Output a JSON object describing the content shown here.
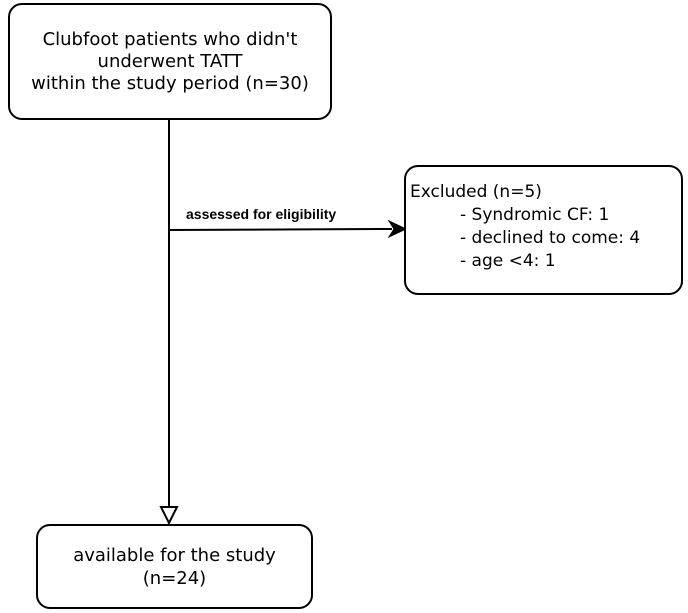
{
  "nodes": {
    "top": {
      "lines": [
        "Clubfoot patients who didn't",
        "underwent TATT",
        "within the study period (n=30)"
      ]
    },
    "excluded": {
      "heading": "Excluded (n=5)",
      "items": [
        "- Syndromic CF: 1",
        "- declined to come: 4",
        "- age <4: 1"
      ]
    },
    "bottom": {
      "lines": [
        "available for the study",
        "(n=24)"
      ]
    }
  },
  "edges": {
    "to_excluded_label": "assessed for eligibility"
  },
  "colors": {
    "stroke": "#000000",
    "background": "#ffffff"
  }
}
